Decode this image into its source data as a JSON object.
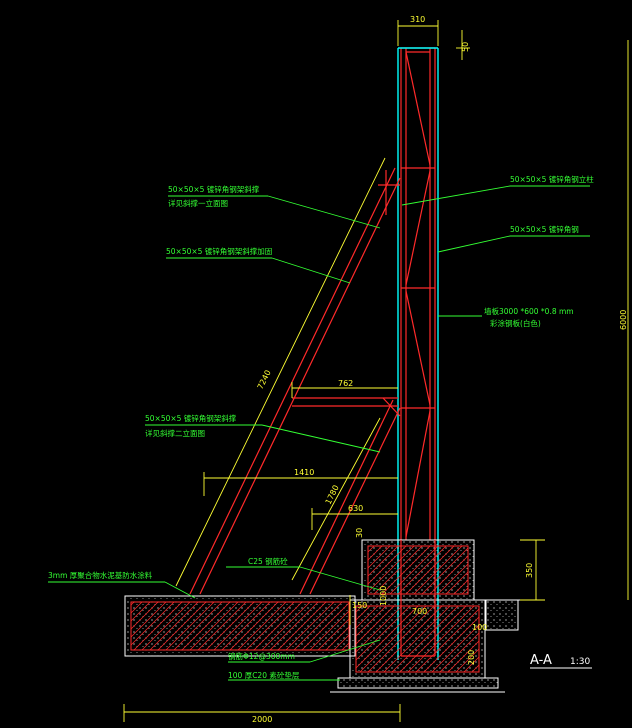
{
  "colors": {
    "background": "#000000",
    "frame": "#ff2a2a",
    "panel": "#00ffff",
    "dimension": "#ffff33",
    "leader": "#33ff33",
    "label": "#33ff33",
    "concrete": "#ffffff",
    "hatch": "#ff2a2a"
  },
  "dimensions": {
    "top_width": "310",
    "top_offset": "50",
    "right_height": "6000",
    "diag_length": "7240",
    "brace_width": "762",
    "lower_width": "1410",
    "brace_height": "1780",
    "inner_width": "630",
    "foot_gap": "30",
    "foot_height": "350",
    "base_width": "2000",
    "left_150": "150",
    "mid_1000": "1000",
    "right_700": "700",
    "small_100": "100",
    "small_200": "200"
  },
  "labels": {
    "brace_top_1": "50×50×5  镀锌角钢架斜撑",
    "brace_top_2": "详见斜撑一立面图",
    "brace_mid": "50×50×5  镀锌角钢架斜撑加固",
    "brace_low_1": "50×50×5  镀锌角钢架斜撑",
    "brace_low_2": "详见斜撑二立面图",
    "right_upright": "50×50×5  镀锌角钢立柱",
    "right_angle": "50×50×5  镀锌角钢",
    "panel_1": "墙板3000 *600 *0.8 mm",
    "panel_2": "彩涂钢板(白色)",
    "waterproof": "3mm  厚聚合物水泥基防水涂料",
    "c25": "C25  钢筋砼",
    "rebar_note": "钢筋Φ12@300mm",
    "cushion": "100  厚C20  素砼垫层",
    "section_name": "A-A",
    "section_scale": "1:30"
  }
}
